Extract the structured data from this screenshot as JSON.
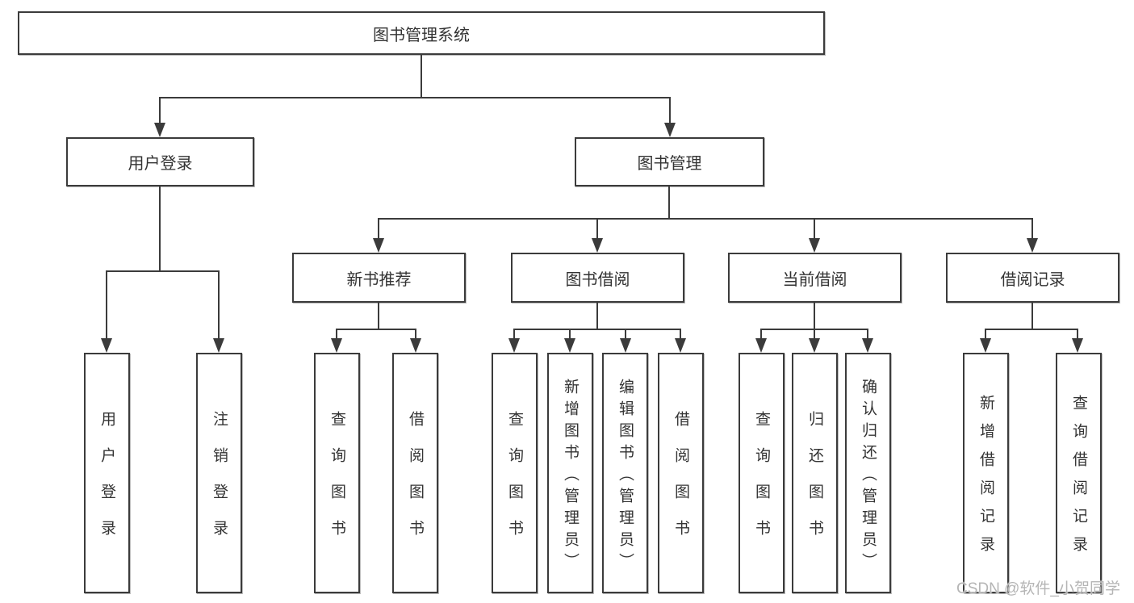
{
  "diagram": {
    "title": "图书管理系统",
    "root": {
      "label": "图书管理系统"
    },
    "level2": [
      {
        "label": "用户登录"
      },
      {
        "label": "图书管理"
      }
    ],
    "level3": [
      {
        "label": "新书推荐",
        "parent": "图书管理"
      },
      {
        "label": "图书借阅",
        "parent": "图书管理"
      },
      {
        "label": "当前借阅",
        "parent": "图书管理"
      },
      {
        "label": "借阅记录",
        "parent": "图书管理"
      }
    ],
    "leaves": [
      {
        "label": "用户登录",
        "parent": "用户登录"
      },
      {
        "label": "注销登录",
        "parent": "用户登录"
      },
      {
        "label": "查询图书",
        "parent": "新书推荐"
      },
      {
        "label": "借阅图书",
        "parent": "新书推荐"
      },
      {
        "label": "查询图书",
        "parent": "图书借阅"
      },
      {
        "label": "新增图书（管理员）",
        "parent": "图书借阅"
      },
      {
        "label": "编辑图书（管理员）",
        "parent": "图书借阅"
      },
      {
        "label": "借阅图书",
        "parent": "图书借阅"
      },
      {
        "label": "查询图书",
        "parent": "当前借阅"
      },
      {
        "label": "归还图书",
        "parent": "当前借阅"
      },
      {
        "label": "确认归还（管理员）",
        "parent": "当前借阅"
      },
      {
        "label": "新增借阅记录",
        "parent": "借阅记录"
      },
      {
        "label": "查询借阅记录",
        "parent": "借阅记录"
      }
    ]
  },
  "watermark": {
    "text": "CSDN @软件_小贺同学"
  },
  "colors": {
    "line": "#3b3b3b",
    "text": "#333333",
    "watermark": "#b5b5b5",
    "background": "#ffffff"
  }
}
